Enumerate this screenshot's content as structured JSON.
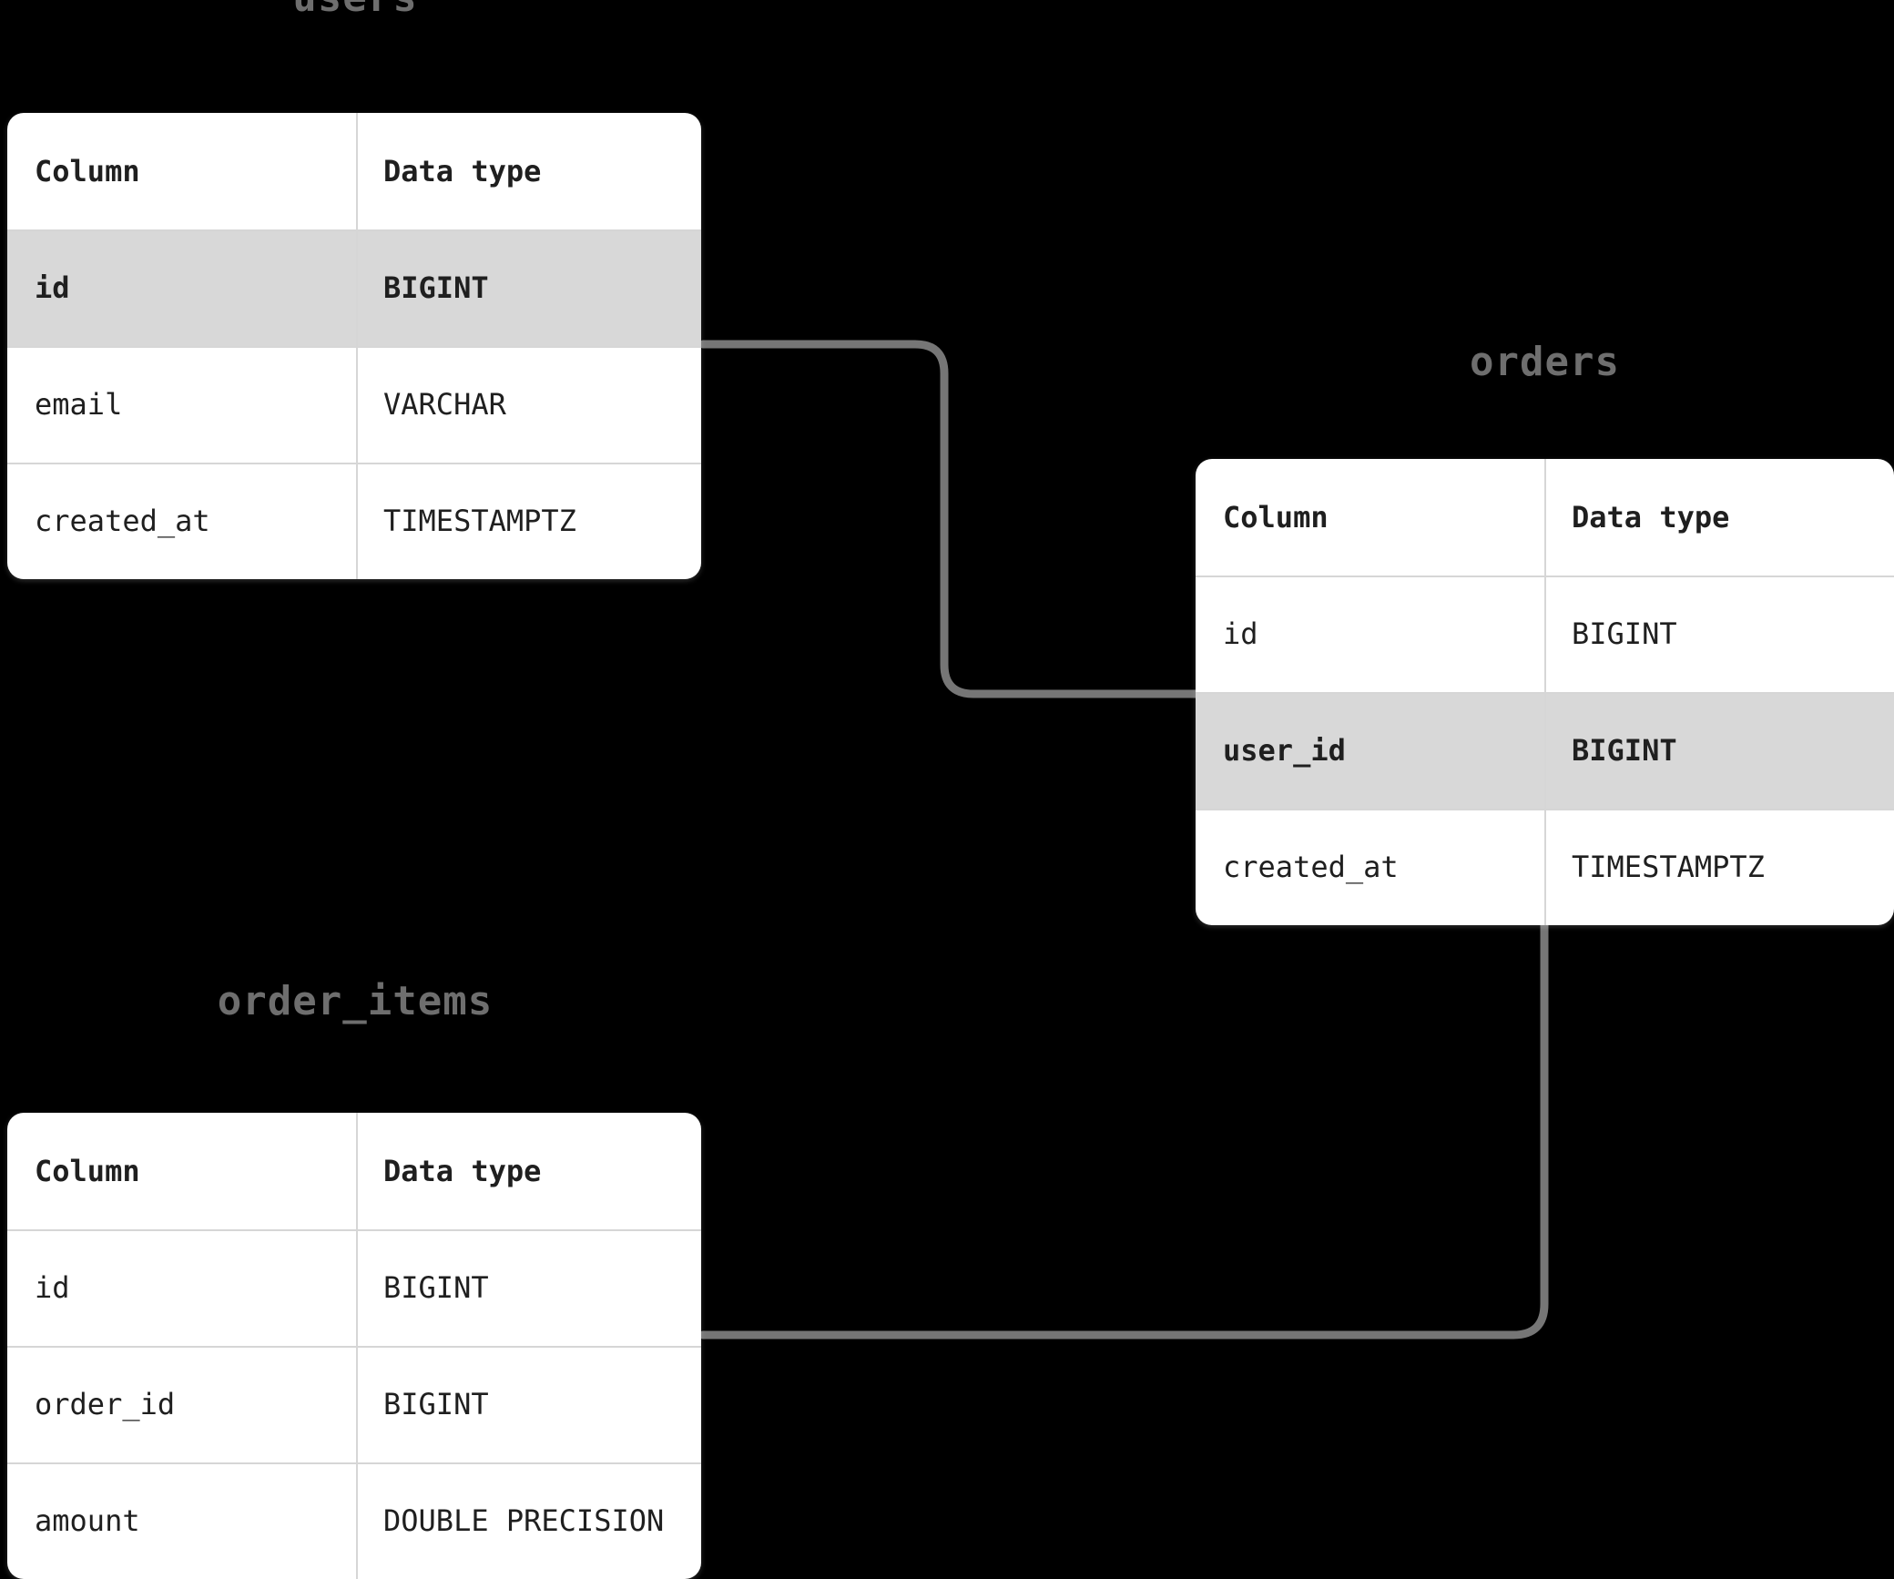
{
  "diagram": {
    "type": "entity-relationship-diagram",
    "background_color": "#000000",
    "card_color": "#ffffff",
    "highlight_color": "#d8d8d8",
    "title_color": "#6e6e6e",
    "connector_color": "#767676",
    "columns_header": {
      "column_label": "Column",
      "type_label": "Data type"
    },
    "tables": [
      {
        "name": "users",
        "headers": {
          "column": "Column",
          "type": "Data type"
        },
        "rows": [
          {
            "column": "id",
            "type": "BIGINT",
            "highlighted": true
          },
          {
            "column": "email",
            "type": "VARCHAR",
            "highlighted": false
          },
          {
            "column": "created_at",
            "type": "TIMESTAMPTZ",
            "highlighted": false
          }
        ]
      },
      {
        "name": "orders",
        "headers": {
          "column": "Column",
          "type": "Data type"
        },
        "rows": [
          {
            "column": "id",
            "type": "BIGINT",
            "highlighted": false
          },
          {
            "column": "user_id",
            "type": "BIGINT",
            "highlighted": true
          },
          {
            "column": "created_at",
            "type": "TIMESTAMPTZ",
            "highlighted": false
          }
        ]
      },
      {
        "name": "order_items",
        "headers": {
          "column": "Column",
          "type": "Data type"
        },
        "rows": [
          {
            "column": "id",
            "type": "BIGINT",
            "highlighted": false
          },
          {
            "column": "order_id",
            "type": "BIGINT",
            "highlighted": false
          },
          {
            "column": "amount",
            "type": "DOUBLE PRECISION",
            "highlighted": false
          }
        ]
      }
    ],
    "relationships": [
      {
        "from": "users.id",
        "to": "orders.user_id"
      },
      {
        "from": "orders",
        "to": "order_items.order_id"
      }
    ]
  }
}
